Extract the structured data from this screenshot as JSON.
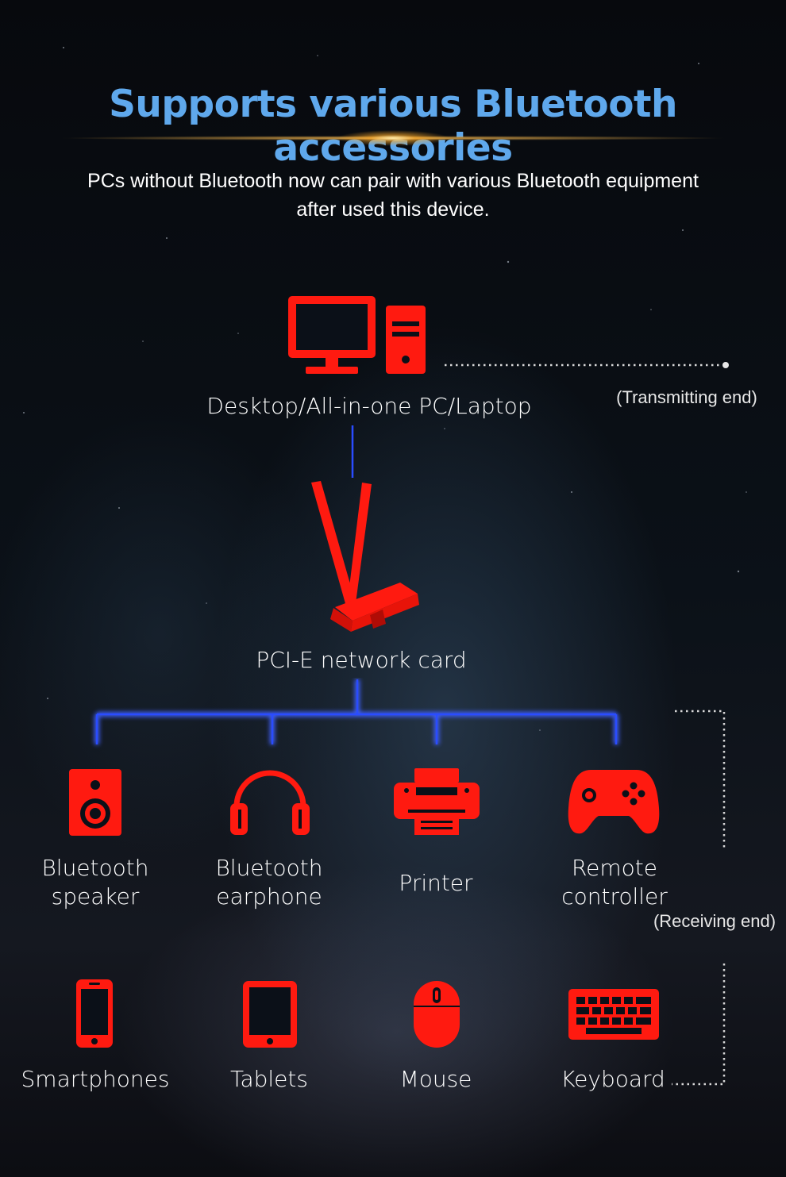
{
  "title": "Supports various Bluetooth accessories",
  "subtitle": "PCs without Bluetooth now can pair with various Bluetooth equipment after used this device.",
  "transmitting": {
    "label": "Desktop/All-in-one PC/Laptop",
    "role": "(Transmitting end)",
    "icon": "desktop-computer-icon"
  },
  "card": {
    "label": "PCI-E network card",
    "icon": "pcie-card-icon"
  },
  "receiving_role": "(Receiving end)",
  "devices_row1": [
    {
      "line1": "Bluetooth",
      "line2": "speaker",
      "icon": "speaker-icon"
    },
    {
      "line1": "Bluetooth",
      "line2": "earphone",
      "icon": "headphones-icon"
    },
    {
      "line1": "Printer",
      "line2": "",
      "icon": "printer-icon"
    },
    {
      "line1": "Remote",
      "line2": "controller",
      "icon": "gamepad-icon"
    }
  ],
  "devices_row2": [
    {
      "label": "Smartphones",
      "icon": "smartphone-icon"
    },
    {
      "label": "Tablets",
      "icon": "tablet-icon"
    },
    {
      "label": "Mouse",
      "icon": "mouse-icon"
    },
    {
      "label": "Keyboard",
      "icon": "keyboard-icon"
    }
  ],
  "colors": {
    "title": "#5fa8ec",
    "icon_red": "#ff1a10",
    "connector_blue": "#2a4cff",
    "background": "#0b1118"
  }
}
